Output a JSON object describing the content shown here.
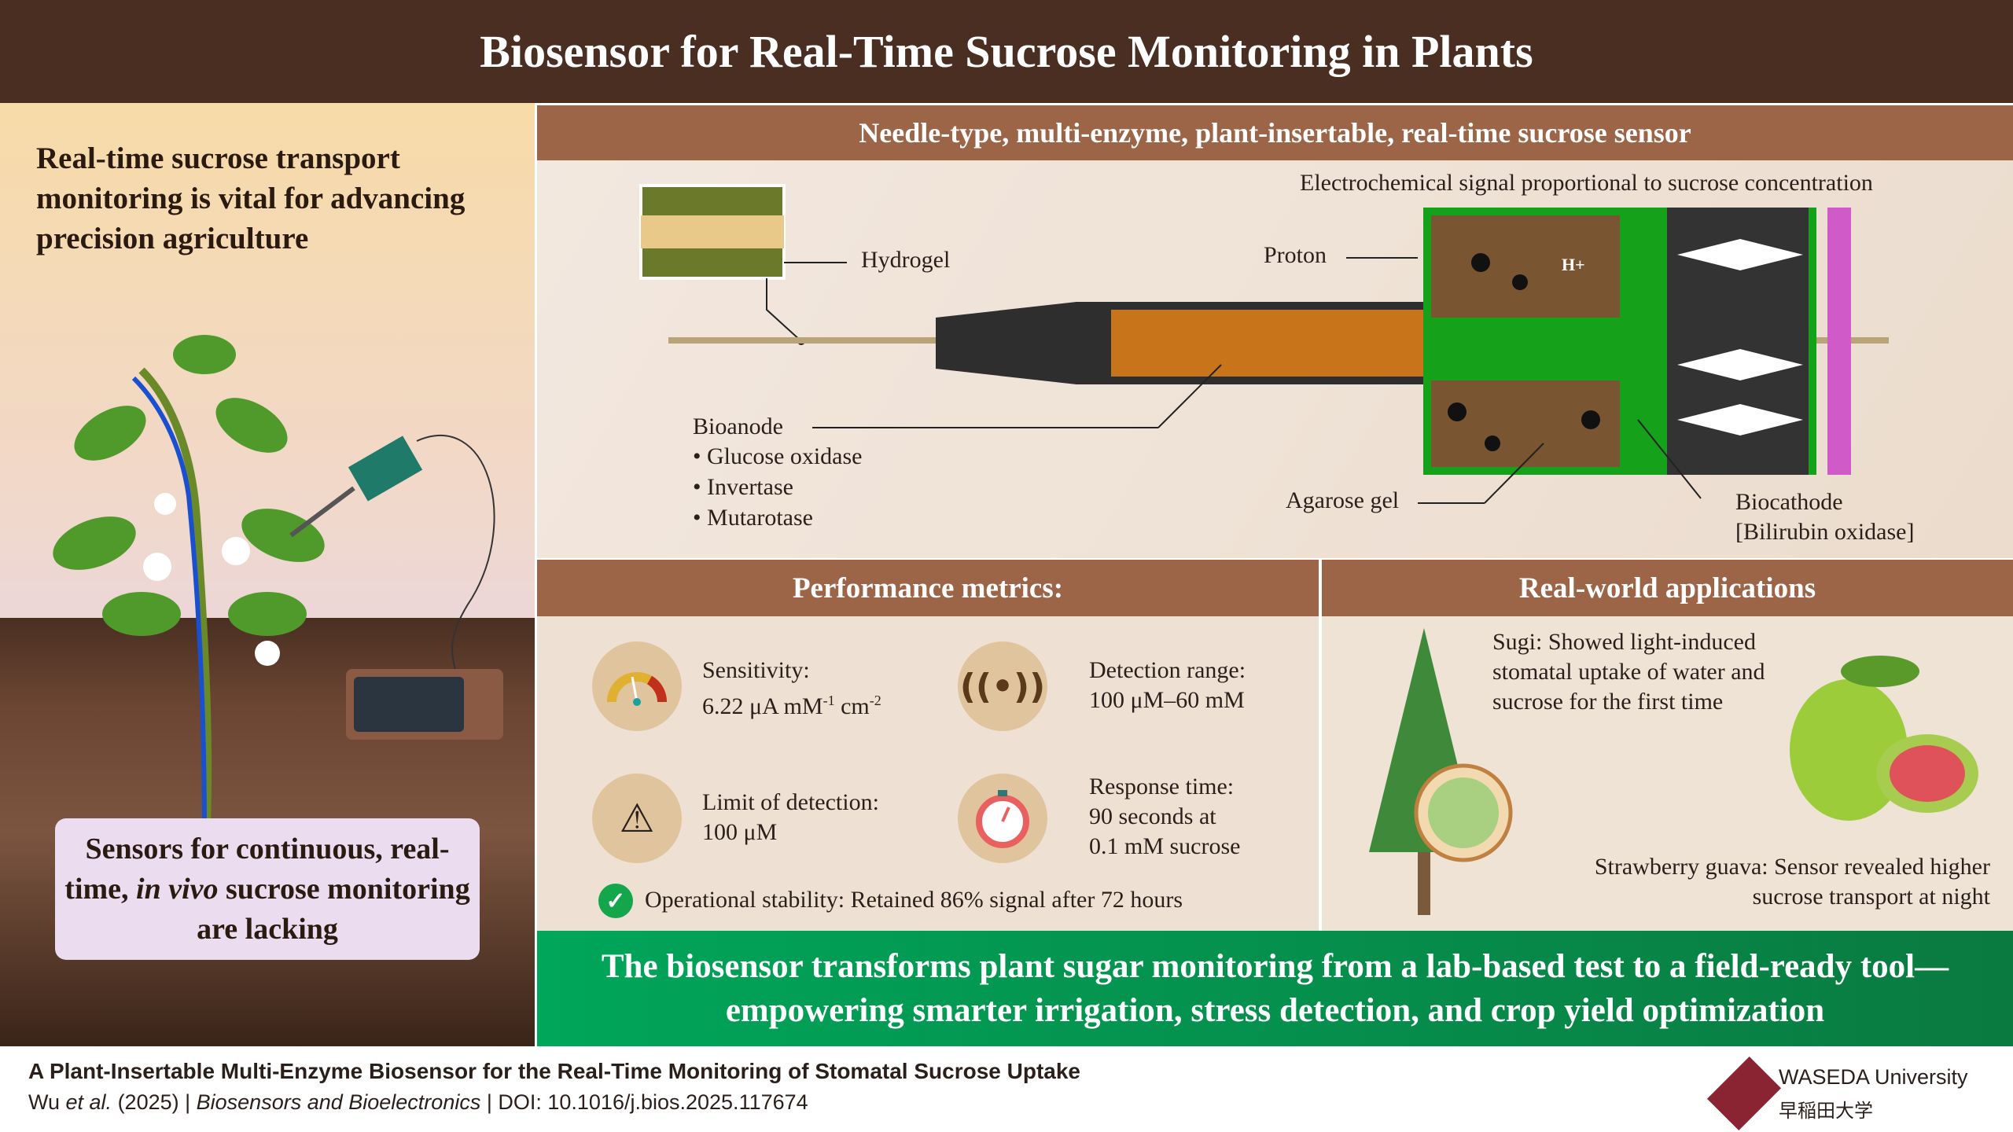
{
  "title": "Biosensor for Real-Time Sucrose Monitoring in Plants",
  "left": {
    "heading": "Real-time sucrose transport monitoring is vital for advancing precision agriculture",
    "box_pre": "Sensors for continuous, real-time, ",
    "box_em": "in vivo",
    "box_post": " sucrose monitoring are lacking"
  },
  "sensor": {
    "header": "Needle-type, multi-enzyme, plant-insertable, real-time sucrose sensor",
    "signal": "Electrochemical signal proportional to sucrose concentration",
    "hydrogel": "Hydrogel",
    "proton": "Proton",
    "h_plus": "H+",
    "bioanode": "Bioanode",
    "enzymes": [
      "Glucose oxidase",
      "Invertase",
      "Mutarotase"
    ],
    "agarose": "Agarose gel",
    "biocathode": "Biocathode",
    "biocathode_enzyme": "[Bilirubin oxidase]"
  },
  "performance": {
    "header": "Performance metrics:",
    "sensitivity_label": "Sensitivity:",
    "sensitivity_value": "6.22 μA mM",
    "sens_exp1": "-1",
    "sens_unit2": " cm",
    "sens_exp2": "-2",
    "range_label": "Detection range:",
    "range_value": "100 μM–60 mM",
    "lod_label": "Limit of detection:",
    "lod_value": "100 μM",
    "response_label": "Response time:",
    "response_value1": "90 seconds at",
    "response_value2": "0.1 mM sucrose",
    "stability": "Operational stability: Retained 86% signal after 72 hours"
  },
  "applications": {
    "header": "Real-world applications",
    "sugi": "Sugi: Showed light-induced stomatal uptake of water and sucrose for the first time",
    "guava": "Strawberry guava: Sensor revealed higher sucrose transport at night"
  },
  "banner": "The biosensor transforms plant sugar monitoring from a lab-based test to a field-ready tool—empowering smarter irrigation, stress detection, and crop yield optimization",
  "footer": {
    "paper_title": "A Plant-Insertable Multi-Enzyme Biosensor for the Real-Time Monitoring of Stomatal Sucrose Uptake",
    "authors": "Wu ",
    "et_al": "et al.",
    "year": " (2025) | ",
    "journal": "Biosensors and Bioelectronics",
    "doi": " | DOI: 10.1016/j.bios.2025.117674",
    "univ": "WASEDA University",
    "univ_jp": "早稲田大学"
  },
  "colors": {
    "header": "#4a2e22",
    "section": "#9c6548",
    "banner": "#00a65a",
    "waseda": "#8a2432"
  }
}
